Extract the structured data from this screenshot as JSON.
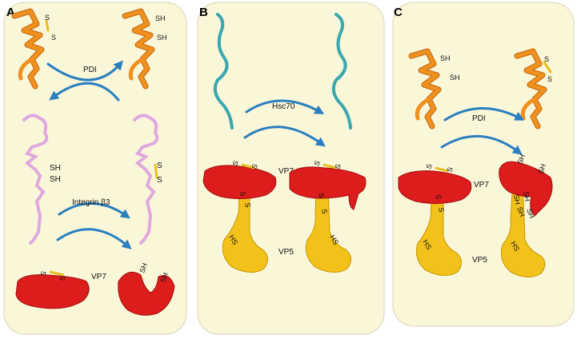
{
  "panels": {
    "a": {
      "letter": "A",
      "enzyme_top": "PDI",
      "integrin": "Integrin β3",
      "vp7": "VP7",
      "s": "S",
      "sh": "SH"
    },
    "b": {
      "letter": "B",
      "chaperone": "Hsc70",
      "vp7": "VP7",
      "vp5": "VP5",
      "s": "S",
      "hs": "HS"
    },
    "c": {
      "letter": "C",
      "enzyme_top": "PDI",
      "vp7": "VP7",
      "vp5": "VP5",
      "s": "S",
      "sh": "SH",
      "hs": "HS"
    }
  },
  "colors": {
    "panel_bg": "#faf6d8",
    "pdi_orange": "#f0901e",
    "integrin_pink": "#e0a8e0",
    "hsc70_teal": "#3aa8b0",
    "vp7_red": "#dd1c1c",
    "vp5_yellow": "#f2c21a",
    "arrow_blue": "#2a7fc0"
  }
}
